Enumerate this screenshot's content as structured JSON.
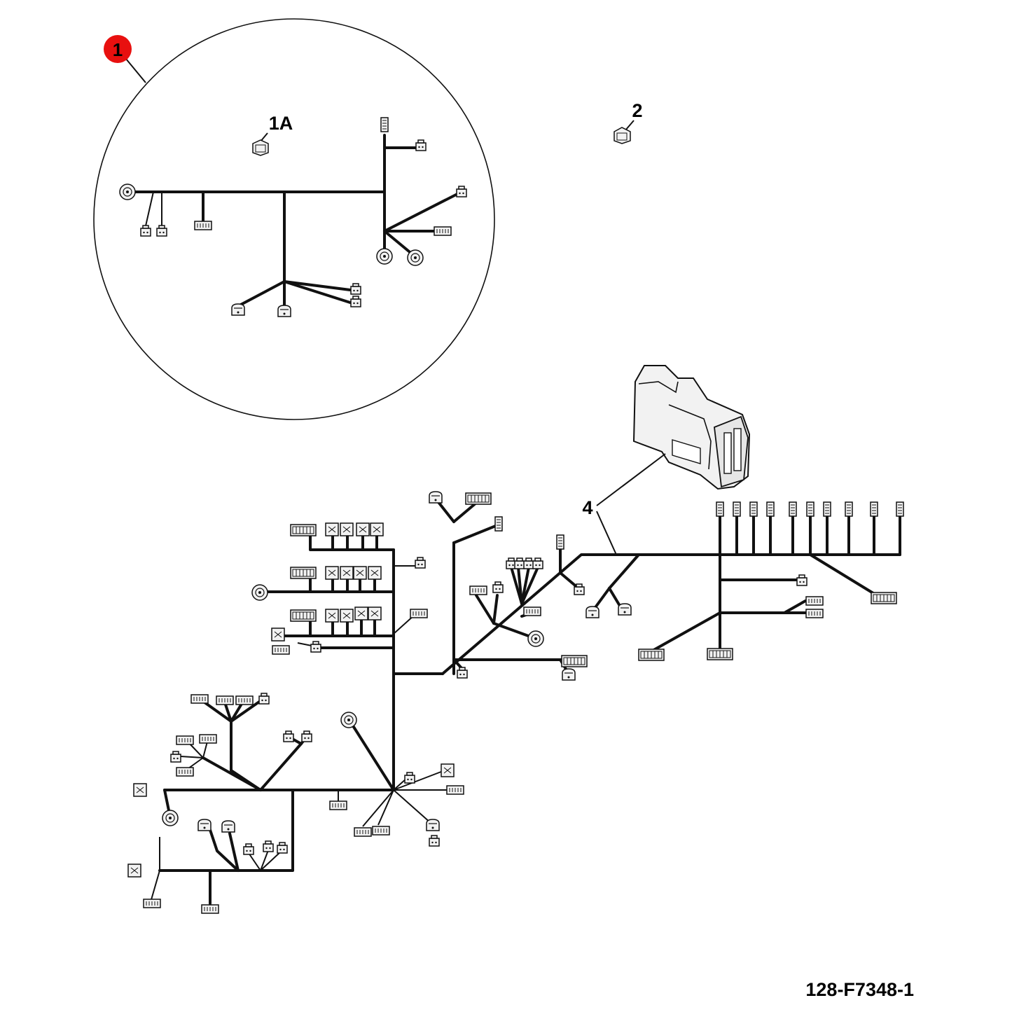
{
  "callouts": {
    "item_1": "1",
    "item_1a": "1A",
    "item_2": "2",
    "item_4": "4"
  },
  "drawing_number": "128-F7348-1",
  "colors": {
    "callout_badge": "#e8100f",
    "line": "#111111",
    "background": "#ffffff"
  }
}
